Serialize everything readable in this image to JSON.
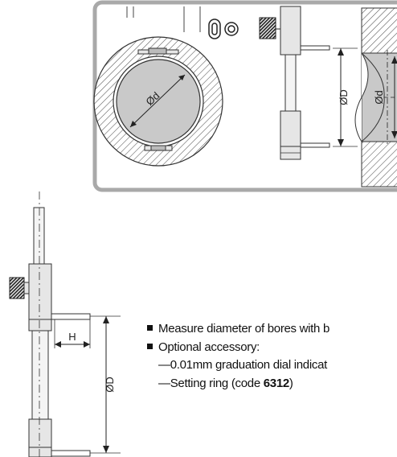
{
  "diagram": {
    "labels": {
      "ring_bore": "Ød",
      "bore_outer": "ØD",
      "bore_inner": "Ød",
      "tool_diameter": "ØD",
      "tool_height": "H"
    }
  },
  "features": {
    "line1": "Measure diameter of bores with b",
    "line2": "Optional accessory:",
    "line3_prefix": "—0.01mm graduation dial indicat",
    "line4_prefix": "—Setting ring (code ",
    "line4_code": "6312",
    "line4_suffix": ")"
  },
  "colors": {
    "panel_border": "#a9a9a9",
    "hatch": "#555555",
    "ring_fill": "#c9c9c9",
    "body_fill": "#e6e6e6",
    "knurl": "#222222"
  }
}
